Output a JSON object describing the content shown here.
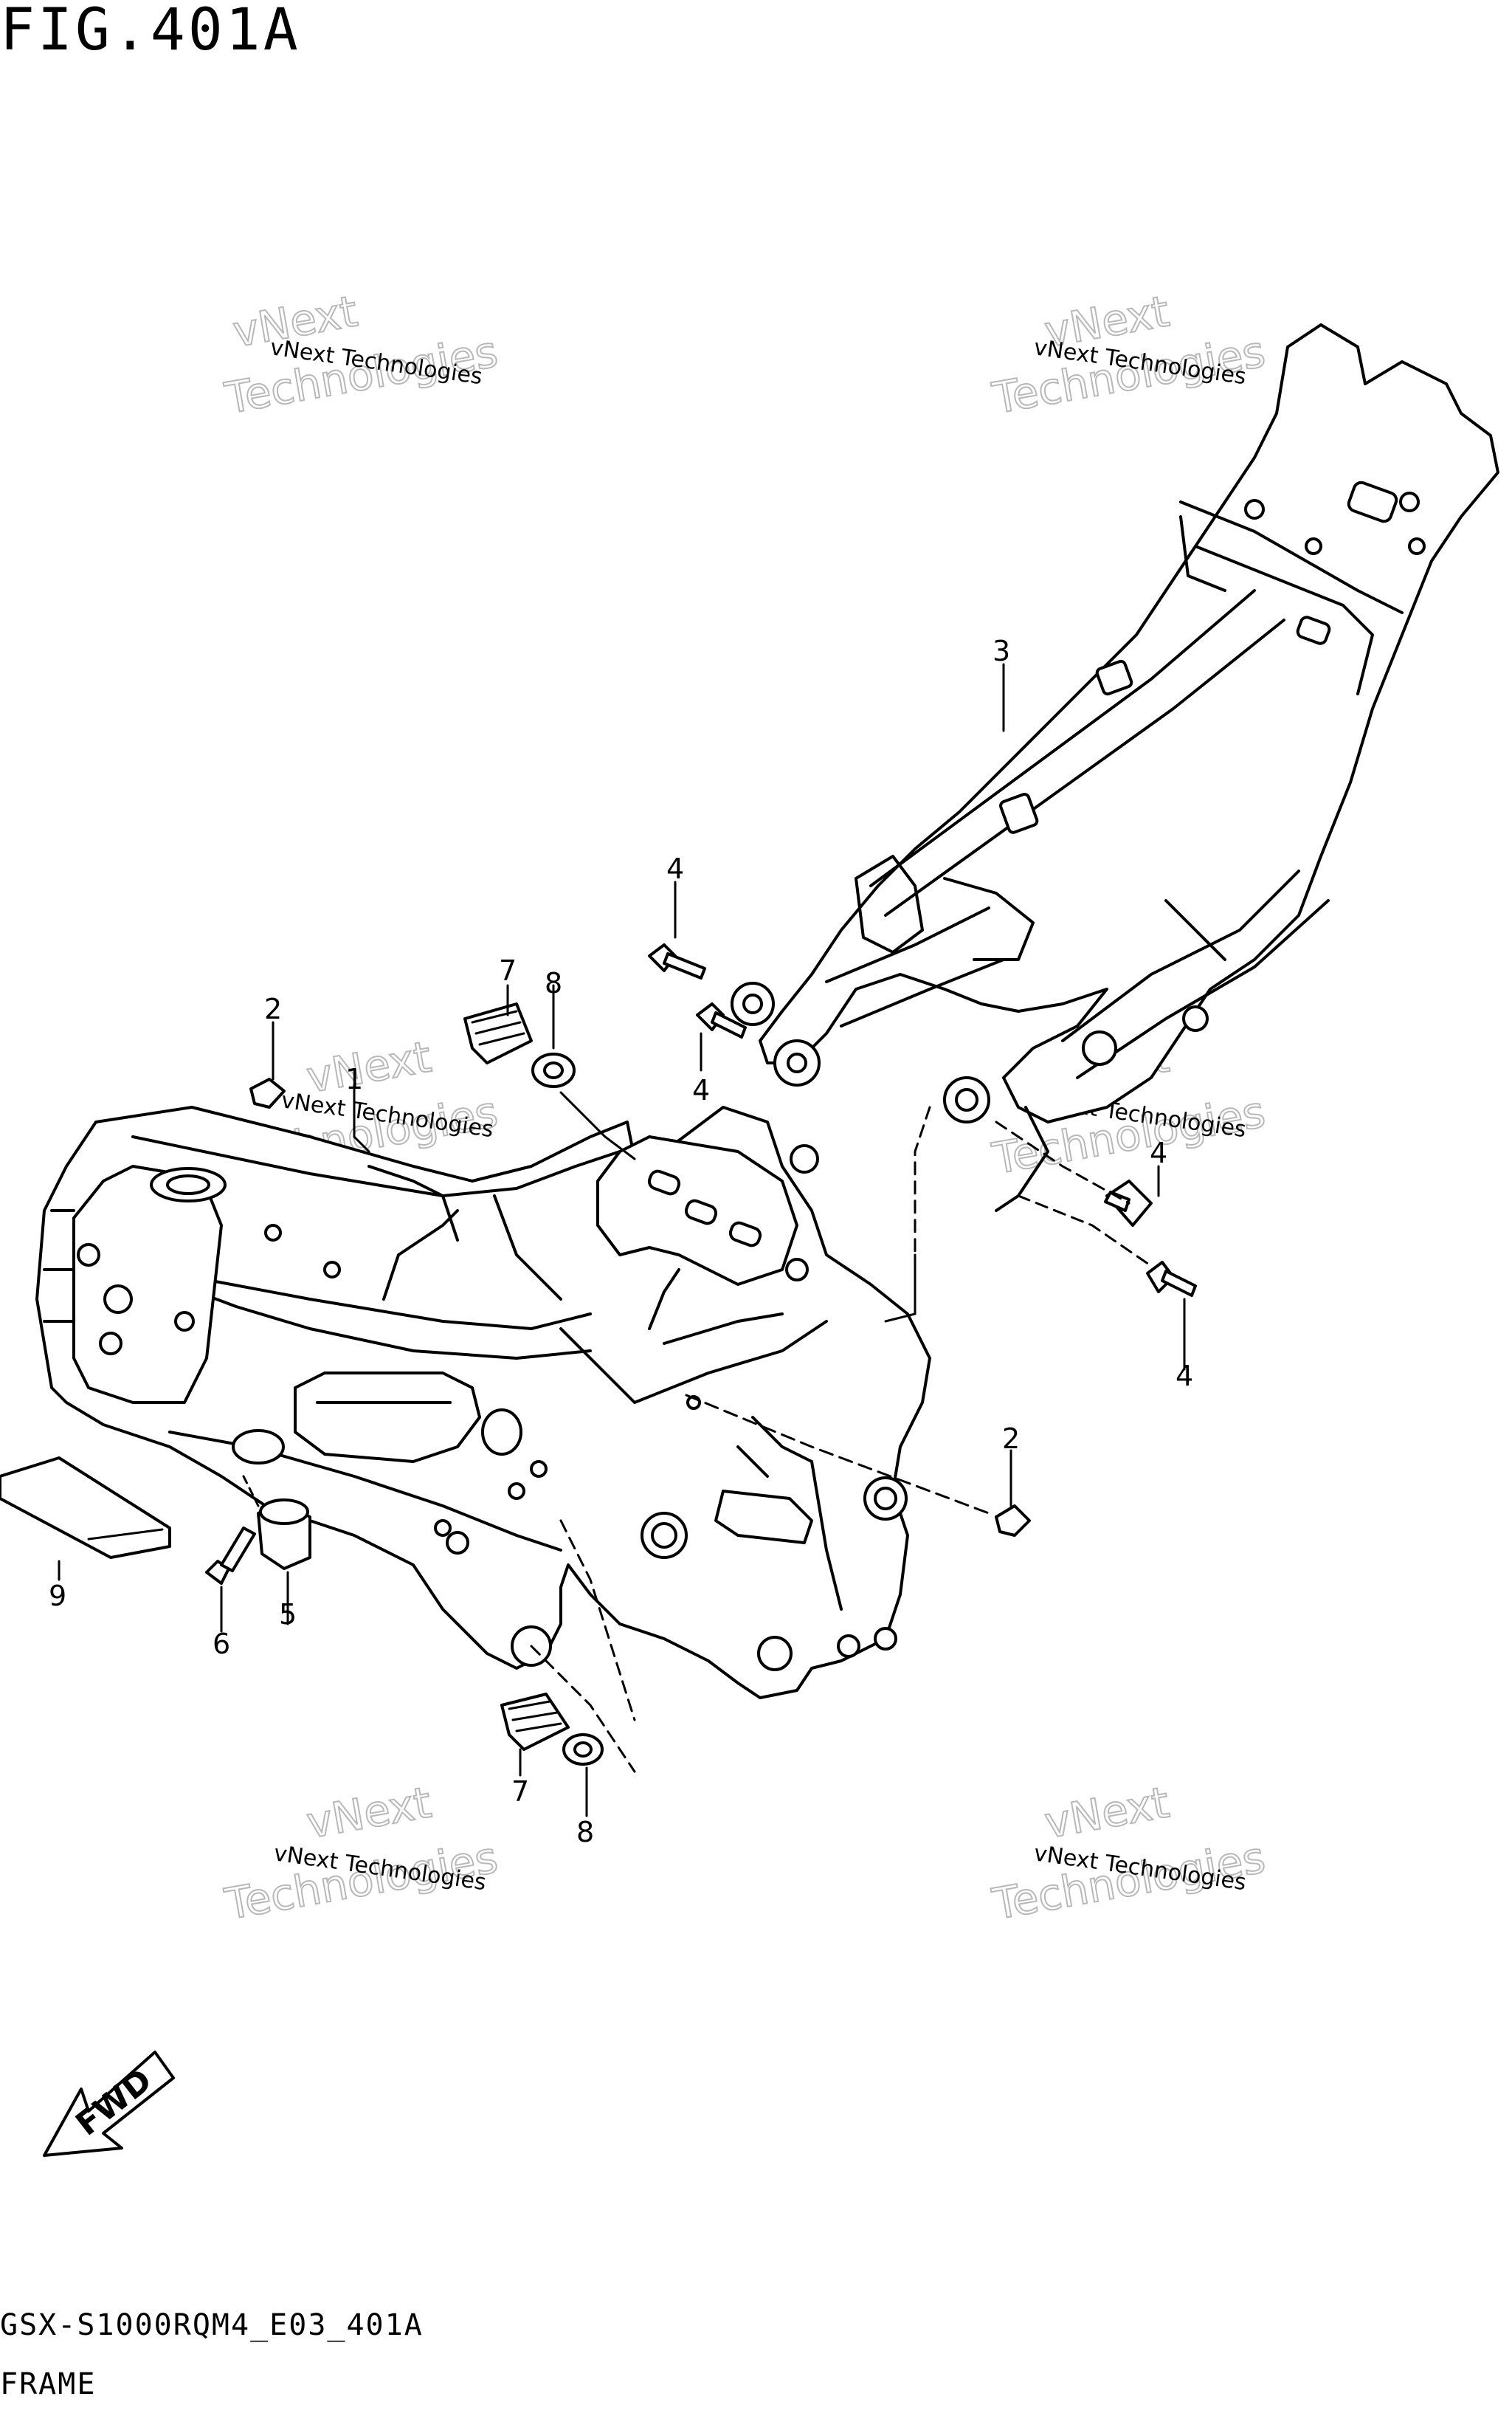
{
  "figure": {
    "title": "FIG.401A",
    "model_code": "GSX-S1000RQM4_E03_401A",
    "section_name": "FRAME"
  },
  "watermark": {
    "line_small": "vNext Technologies",
    "line_big_1": "vNext",
    "line_big_2": "Technologies"
  },
  "fwd_label": "FWD",
  "callouts": [
    {
      "id": "c1",
      "label": "1"
    },
    {
      "id": "c2a",
      "label": "2"
    },
    {
      "id": "c2b",
      "label": "2"
    },
    {
      "id": "c3",
      "label": "3"
    },
    {
      "id": "c4a",
      "label": "4"
    },
    {
      "id": "c4b",
      "label": "4"
    },
    {
      "id": "c4c",
      "label": "4"
    },
    {
      "id": "c4d",
      "label": "4"
    },
    {
      "id": "c5",
      "label": "5"
    },
    {
      "id": "c6",
      "label": "6"
    },
    {
      "id": "c7a",
      "label": "7"
    },
    {
      "id": "c7b",
      "label": "7"
    },
    {
      "id": "c8a",
      "label": "8"
    },
    {
      "id": "c8b",
      "label": "8"
    },
    {
      "id": "c9",
      "label": "9"
    }
  ]
}
